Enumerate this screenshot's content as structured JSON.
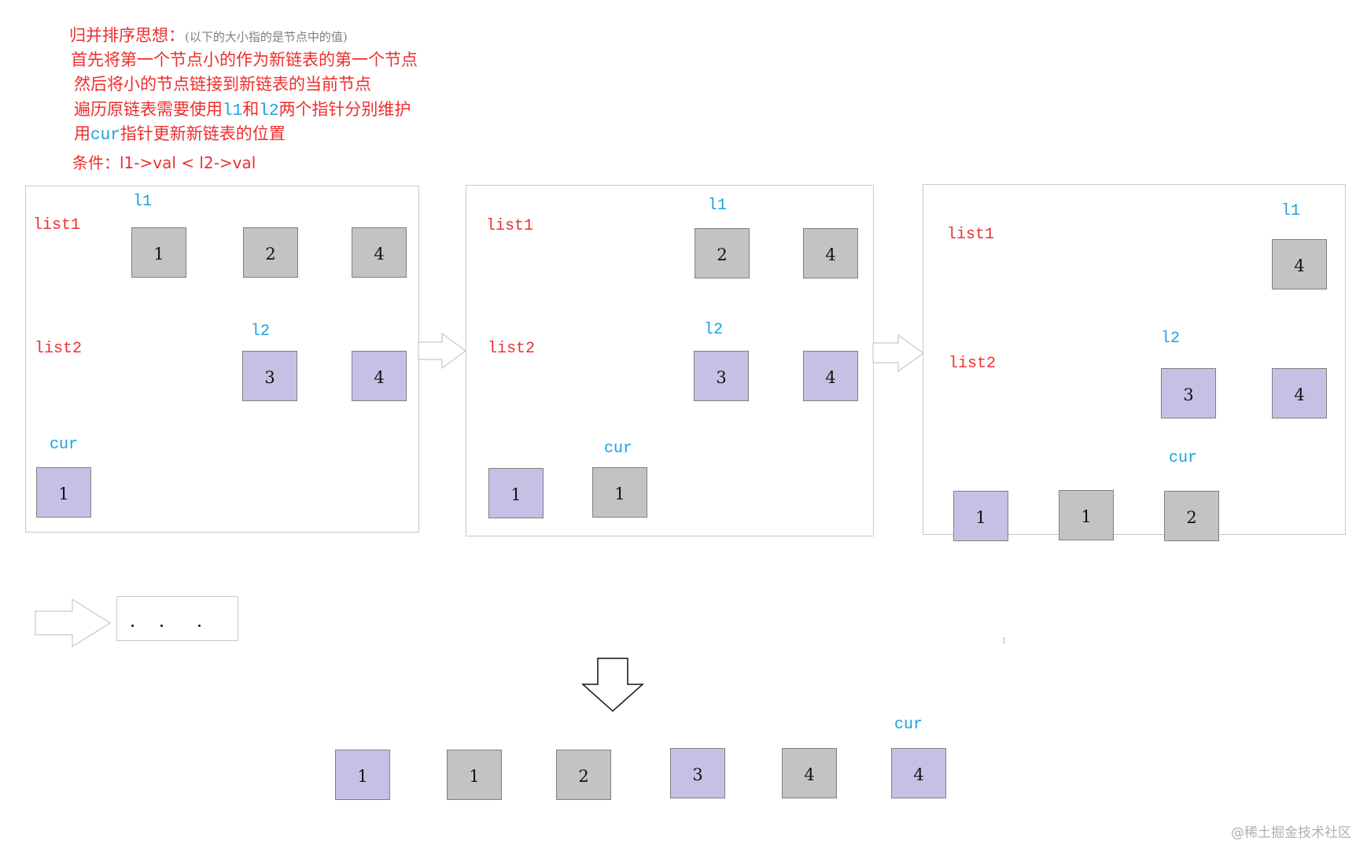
{
  "intro": {
    "title": "归并排序思想：",
    "note": "(以下的大小指的是节点中的值)",
    "line1": "首先将第一个节点小的作为新链表的第一个节点",
    "line2": "然后将小的节点链接到新链表的当前节点",
    "line3_a": "遍历原链表需要使用",
    "line3_l1": "l1",
    "line3_b": "和",
    "line3_l2": "l2",
    "line3_c": "两个指针分别维护",
    "line4_a": "用",
    "line4_cur": "cur",
    "line4_b": "指针更新新链表的位置",
    "condition": "条件：l1->val < l2->val"
  },
  "colors": {
    "text_red": "#ee2e2e",
    "pointer_blue": "#1ba1e2",
    "node_gray": "#c3c3c3",
    "node_purple": "#c8c0e4",
    "node_border": "#7f7f7f",
    "panel_border": "#c8c8c8"
  },
  "panels": [
    {
      "list1_label": "list1",
      "list2_label": "list2",
      "l1_label": "l1",
      "l2_label": "l2",
      "cur_label": "cur",
      "list1_nodes": [
        "1",
        "2",
        "4"
      ],
      "list2_nodes": [
        "3",
        "4"
      ],
      "merged_nodes": [
        "1"
      ]
    },
    {
      "list1_label": "list1",
      "list2_label": "list2",
      "l1_label": "l1",
      "l2_label": "l2",
      "cur_label": "cur",
      "list1_nodes": [
        "2",
        "4"
      ],
      "list2_nodes": [
        "3",
        "4"
      ],
      "merged_nodes": [
        "1",
        "1"
      ]
    },
    {
      "list1_label": "list1",
      "list2_label": "list2",
      "l1_label": "l1",
      "l2_label": "l2",
      "cur_label": "cur",
      "list1_nodes": [
        "4"
      ],
      "list2_nodes": [
        "3",
        "4"
      ],
      "merged_nodes": [
        "1",
        "1",
        "2"
      ]
    }
  ],
  "continuation": {
    "ellipsis": ". . ."
  },
  "result": {
    "cur_label": "cur",
    "nodes": [
      "1",
      "1",
      "2",
      "3",
      "4",
      "4"
    ]
  },
  "watermark": "@稀土掘金技术社区"
}
